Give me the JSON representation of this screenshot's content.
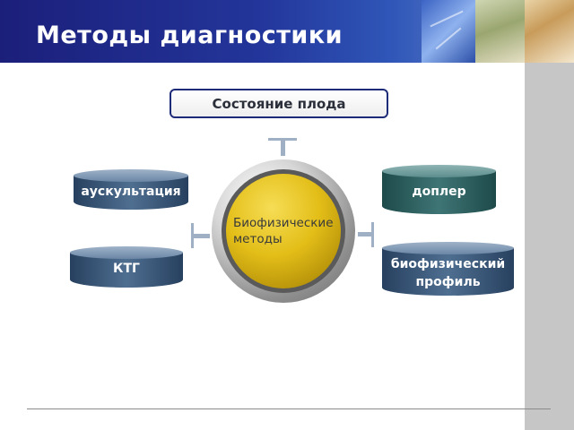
{
  "slide": {
    "title": "Методы диагностики"
  },
  "diagram": {
    "top_box": "Состояние плода",
    "center": "Биофизические\nметоды",
    "left_items": [
      "аускультация",
      "КТГ"
    ],
    "right_items": [
      "доплер",
      "биофизический\nпрофиль"
    ]
  },
  "colors": {
    "header": "#1b1f7a",
    "cylinder_left": "#3b5878",
    "cylinder_right": "#2f6262",
    "center_gold": "#e3be18"
  }
}
